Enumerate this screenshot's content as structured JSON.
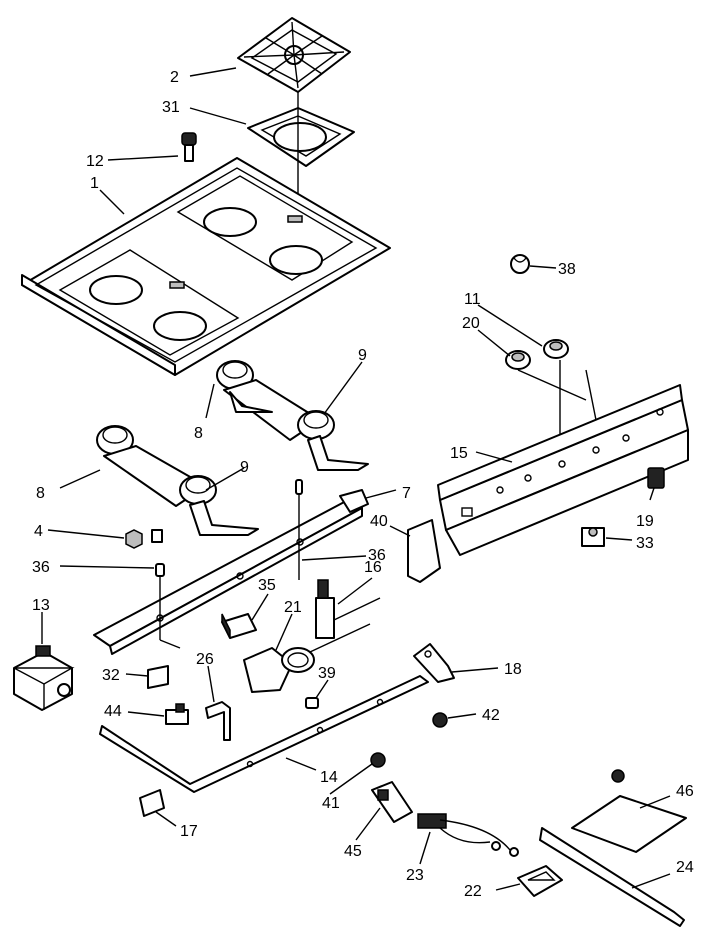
{
  "callouts": [
    {
      "id": "c2",
      "label": "2"
    },
    {
      "id": "c31",
      "label": "31"
    },
    {
      "id": "c12",
      "label": "12"
    },
    {
      "id": "c1",
      "label": "1"
    },
    {
      "id": "c38",
      "label": "38"
    },
    {
      "id": "c11",
      "label": "11"
    },
    {
      "id": "c20",
      "label": "20"
    },
    {
      "id": "c9a",
      "label": "9"
    },
    {
      "id": "c8a",
      "label": "8"
    },
    {
      "id": "c15",
      "label": "15"
    },
    {
      "id": "c8b",
      "label": "8"
    },
    {
      "id": "c9b",
      "label": "9"
    },
    {
      "id": "c7",
      "label": "7"
    },
    {
      "id": "c19",
      "label": "19"
    },
    {
      "id": "c4",
      "label": "4"
    },
    {
      "id": "c40",
      "label": "40"
    },
    {
      "id": "c33",
      "label": "33"
    },
    {
      "id": "c36a",
      "label": "36"
    },
    {
      "id": "c36b",
      "label": "36"
    },
    {
      "id": "c16",
      "label": "16"
    },
    {
      "id": "c35",
      "label": "35"
    },
    {
      "id": "c13",
      "label": "13"
    },
    {
      "id": "c21",
      "label": "21"
    },
    {
      "id": "c26",
      "label": "26"
    },
    {
      "id": "c18",
      "label": "18"
    },
    {
      "id": "c32",
      "label": "32"
    },
    {
      "id": "c39",
      "label": "39"
    },
    {
      "id": "c44",
      "label": "44"
    },
    {
      "id": "c42",
      "label": "42"
    },
    {
      "id": "c14",
      "label": "14"
    },
    {
      "id": "c41",
      "label": "41"
    },
    {
      "id": "c46",
      "label": "46"
    },
    {
      "id": "c17",
      "label": "17"
    },
    {
      "id": "c45",
      "label": "45"
    },
    {
      "id": "c24",
      "label": "24"
    },
    {
      "id": "c23",
      "label": "23"
    },
    {
      "id": "c22",
      "label": "22"
    }
  ]
}
